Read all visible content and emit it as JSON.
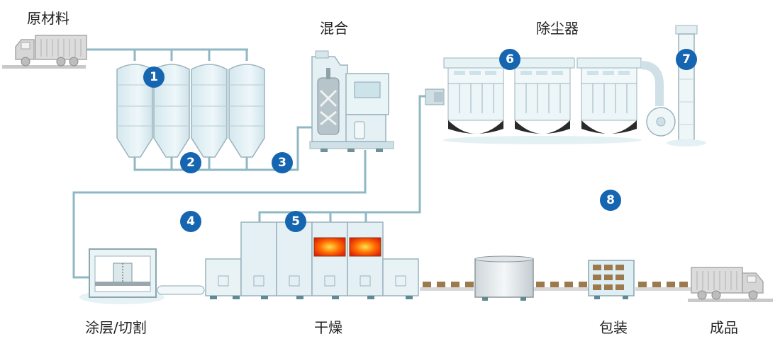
{
  "labels": {
    "raw_material": "原材料",
    "mixing": "混合",
    "dust_collector": "除尘器",
    "coating_cutting": "涂层/切割",
    "drying": "干燥",
    "packaging": "包装",
    "finished_product": "成品"
  },
  "steps": [
    "1",
    "2",
    "3",
    "4",
    "5",
    "6",
    "7",
    "8"
  ],
  "colors": {
    "pipe": "#8fb8c4",
    "equipment_fill": "#dfeef3",
    "equipment_stroke": "#9ab3bd",
    "badge": "#1565b0",
    "dust": "#2a2a2a",
    "heater": "#ff6a00",
    "product_box": "#9c7a4e"
  }
}
